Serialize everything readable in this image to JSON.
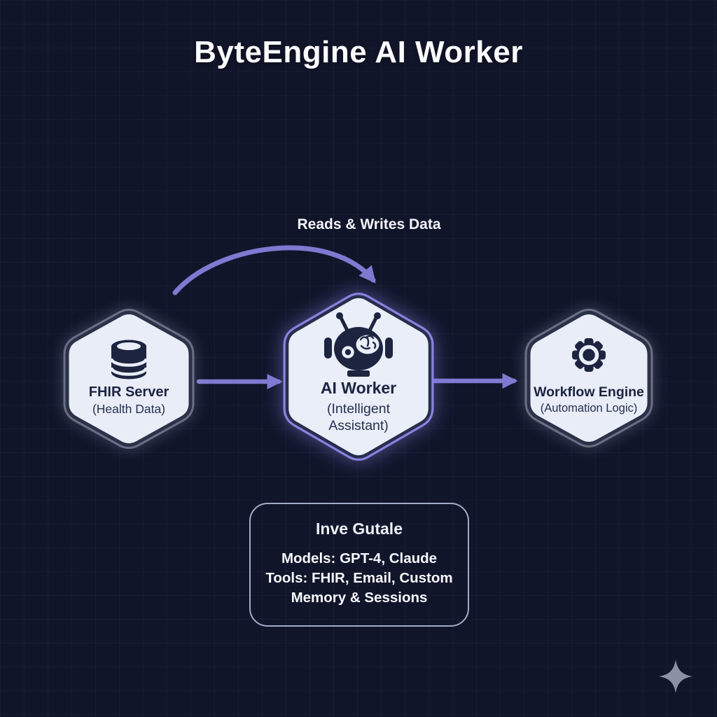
{
  "title": "ByteEngine AI Worker",
  "arc": {
    "label": "Reads & Writes Data"
  },
  "nodes": [
    {
      "name": "FHIR Server",
      "subtitle": "(Health Data)",
      "icon": "database-icon"
    },
    {
      "name": "AI Worker",
      "subtitle": "(Intelligent Assistant)",
      "icon": "robot-icon"
    },
    {
      "name": "Workflow Engine",
      "subtitle": "(Automation Logic)",
      "icon": "gear-icon"
    }
  ],
  "info_box": {
    "heading": "Inve Gutale",
    "lines": [
      "Models: GPT-4, Claude",
      "Tools: FHIR, Email, Custom",
      "Memory & Sessions"
    ]
  },
  "colors": {
    "background": "#11152a",
    "accent_purple": "#8a82e0",
    "hexagon_fill": "#e8edf7",
    "hexagon_border_dark": "#2b3148",
    "icon_dark": "#1c2440",
    "text_light": "#f5f7fb",
    "text_dark": "#1e2644",
    "info_box_border": "#bcc7e2",
    "sparkle_gray": "#8b91a3"
  }
}
